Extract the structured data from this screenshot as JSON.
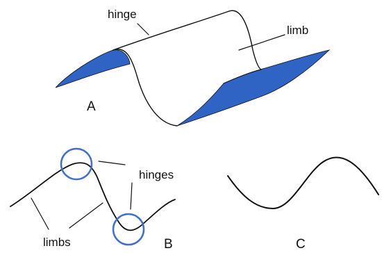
{
  "colors": {
    "limb_fill": "#2f63c4",
    "highlight_circle": "#3f6fd0",
    "line": "#111111"
  },
  "panel_a": {
    "panel_label": "A",
    "hinge_label": "hinge",
    "limb_label": "limb"
  },
  "panel_b": {
    "panel_label": "B",
    "hinges_label": "hinges",
    "limbs_label": "limbs"
  },
  "panel_c": {
    "panel_label": "C"
  }
}
